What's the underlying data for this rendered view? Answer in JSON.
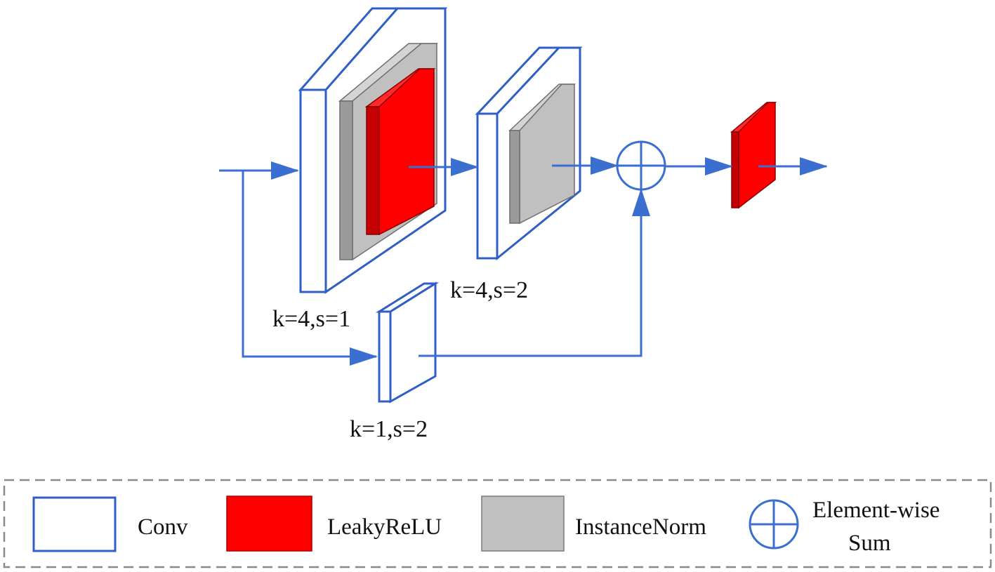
{
  "colors": {
    "conv_stroke": "#2f5fc4",
    "arrow": "#3a6fd0",
    "leaky_relu_fill": "#ff0000",
    "leaky_relu_side": "#c40000",
    "instance_norm_fill": "#c0c0c0",
    "instance_norm_side": "#9a9a9a",
    "legend_border": "#8a8a8a",
    "background": "#ffffff"
  },
  "blocks": {
    "block1_label": "k=4,s=1",
    "block2_label": "k=4,s=2",
    "shortcut_label": "k=1,s=2"
  },
  "legend": {
    "conv": "Conv",
    "leaky_relu": "LeakyReLU",
    "instance_norm": "InstanceNorm",
    "sum_line1": "Element-wise",
    "sum_line2": "Sum"
  },
  "icons": {
    "sum_node": "circle-plus-icon"
  }
}
